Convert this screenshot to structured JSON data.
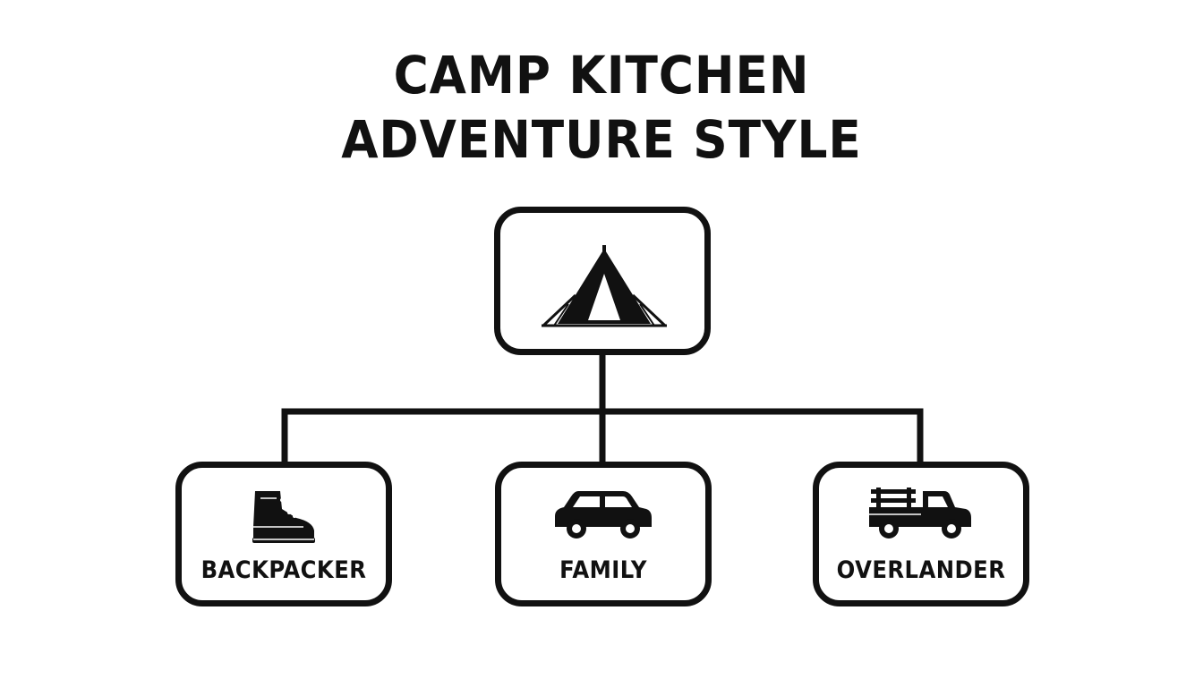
{
  "title": {
    "line1": "CAMP KITCHEN",
    "line2": "ADVENTURE STYLE"
  },
  "root": {
    "icon": "tent-icon"
  },
  "children": [
    {
      "label": "BACKPACKER",
      "icon": "hiking-boot-icon"
    },
    {
      "label": "FAMILY",
      "icon": "car-icon"
    },
    {
      "label": "OVERLANDER",
      "icon": "pickup-truck-icon"
    }
  ],
  "colors": {
    "ink": "#111111",
    "background": "#ffffff"
  }
}
